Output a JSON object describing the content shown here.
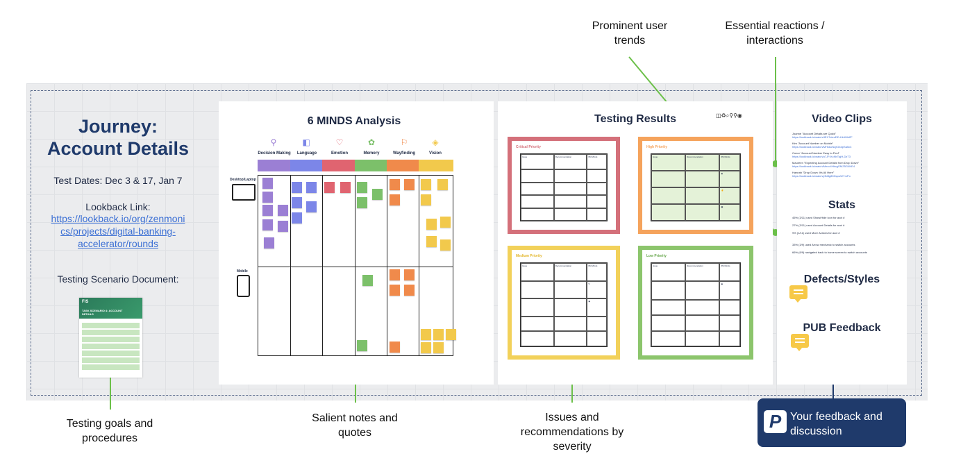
{
  "callouts": {
    "trends": "Prominent user trends",
    "reactions": "Essential reactions / interactions",
    "goals": "Testing goals and procedures",
    "notes": "Salient notes and quotes",
    "issues": "Issues and recommendations by severity",
    "feedback": "Your feedback and discussion"
  },
  "intro": {
    "title_line1": "Journey:",
    "title_line2": "Account Details",
    "test_dates": "Test Dates: Dec 3 & 17, Jan 7",
    "lookback_label": "Lookback Link:",
    "lookback_url": "https://lookback.io/org/zenmonics/projects/digital-banking-accelerator/rounds",
    "lookback_line1": "https://lookback.io/org/zenmoni",
    "lookback_line2": "cs/projects/digital-banking-",
    "lookback_line3": "accelerator/rounds",
    "scenario_label": "Testing Scenario Document:",
    "doc_brand": "FIS",
    "doc_title": "TASK SCENARIO 4: ACCOUNT DETAILS"
  },
  "minds": {
    "title": "6 MINDS Analysis",
    "columns": [
      {
        "label": "Decision Making",
        "color": "#9b7fd4"
      },
      {
        "label": "Language",
        "color": "#7c86e8"
      },
      {
        "label": "Emotion",
        "color": "#e06470"
      },
      {
        "label": "Memory",
        "color": "#7cc06a"
      },
      {
        "label": "Wayfinding",
        "color": "#f08a4b"
      },
      {
        "label": "Vision",
        "color": "#f2c94c"
      }
    ],
    "rows": [
      "Desktop/Laptop",
      "Mobile"
    ]
  },
  "results": {
    "title": "Testing Results",
    "toolbar": "◫♻⌕⚲⚲◉",
    "sections": [
      {
        "title": "Critical Priority",
        "color": "#d4707a"
      },
      {
        "title": "High Priority",
        "color": "#f5a35c"
      },
      {
        "title": "Medium Priority",
        "color": "#f2d15a"
      },
      {
        "title": "Low Priority",
        "color": "#8cc56c"
      }
    ],
    "headers": [
      "Issue",
      "Recommendation",
      "6M Minds"
    ]
  },
  "right": {
    "video_title": "Video Clips",
    "videos": [
      {
        "name": "Joanne \"Account Details are Quick\"",
        "link": "https://lookback.io/watch/4EX7xkmDD-Hb1MbZF"
      },
      {
        "name": "Kim \"Account Number on Mobile\"",
        "link": "https://lookback.io/watch/MHkkuNLjtG4dpSa5c3"
      },
      {
        "name": "Conor \"Account Number Easy to Find\"",
        "link": "https://lookback.io/watch/u7JFrXcNbTqjH-DzT3"
      },
      {
        "name": "Maureen \"Expecting Account Details from Drop Down\"",
        "link": "https://lookback.io/watch/Mnxo4HkcgGMZ5G4NE4"
      },
      {
        "name": "Hannah \"Drop Down: It's All Here\"",
        "link": "https://lookback.io/watch/ytN8g8KDqcsWYmPo"
      }
    ],
    "stats_title": "Stats",
    "stats": [
      "45% (3/11) used Show/Hide icon for acct #",
      "27% (3/11) used Account Details for acct #",
      "9% (1/11) used More Actions for acct #",
      "33% (3/9) used Arrow mechanic to switch accounts",
      "66% (6/9) navigated back to home screen to switch accounts"
    ],
    "defects_title": "Defects/Styles",
    "pub_title": "PUB Feedback"
  },
  "colors": {
    "accent_navy": "#1f3a6b",
    "callout_line": "#6cc04a",
    "feedback_line": "#1f3a6b"
  }
}
